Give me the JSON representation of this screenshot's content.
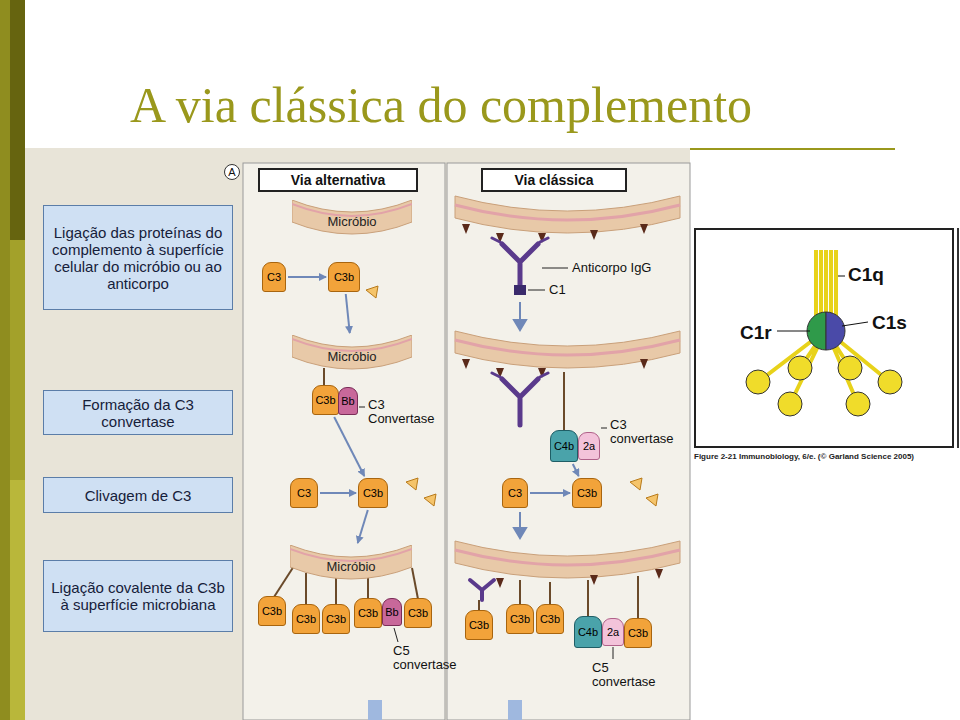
{
  "diagram": {
    "title": "A via clássica do complemento",
    "caption": "Figure 2-21 Immunobiology, 6/e. (© Garland Science 2005)",
    "nodes": [
      {
        "text": [
          "Ligação das proteínas do complemento à superfície celular do micróbio ou ao anticorpo"
        ]
      },
      {
        "text": [
          "Formação da C3 convertase"
        ]
      },
      {
        "text": [
          "Clivagem de C3"
        ]
      },
      {
        "text": [
          "Ligação covalente da C3b à superfície microbiana"
        ]
      },
      {
        "text": [
          "Via alternativa"
        ]
      },
      {
        "text": [
          "Via clássica"
        ]
      },
      {
        "text": [
          "Micróbio"
        ],
        "in": 4
      },
      {
        "text": [
          "C3"
        ],
        "in": 4
      },
      {
        "text": [
          "C3b"
        ],
        "in": 4
      },
      {
        "text": [
          "Micróbio"
        ],
        "in": 4
      },
      {
        "text": [
          "C3b"
        ],
        "in": 4
      },
      {
        "text": [
          "Bb"
        ],
        "in": 4
      },
      {
        "text": [
          "C3"
        ],
        "in": 4
      },
      {
        "text": [
          "C3b"
        ],
        "in": 4
      },
      {
        "text": [
          "Micróbio"
        ],
        "in": 4
      },
      {
        "text": [
          "C3b"
        ],
        "in": 4
      },
      {
        "text": [
          "C3b"
        ],
        "in": 4
      },
      {
        "text": [
          "C3b"
        ],
        "in": 4
      },
      {
        "text": [
          "C3b"
        ],
        "in": 4
      },
      {
        "text": [
          "Bb"
        ],
        "in": 4
      },
      {
        "text": [
          "C3b"
        ],
        "in": 4
      },
      {
        "text": [
          "C4b"
        ],
        "in": 5
      },
      {
        "text": [
          "2a"
        ],
        "in": 5
      },
      {
        "text": [
          "C3"
        ],
        "in": 5
      },
      {
        "text": [
          "C3b"
        ],
        "in": 5
      },
      {
        "text": [
          "C3b"
        ],
        "in": 5
      },
      {
        "text": [
          "C3b"
        ],
        "in": 5
      },
      {
        "text": [
          "C3b"
        ],
        "in": 5
      },
      {
        "text": [
          "C4b"
        ],
        "in": 5
      },
      {
        "text": [
          "2a"
        ],
        "in": 5
      },
      {
        "text": [
          "C3b"
        ],
        "in": 5
      },
      {
        "text": [
          "C1q",
          "C1r",
          "C1s"
        ]
      }
    ],
    "edges": [
      {
        "from": 7,
        "to": 8,
        "arrow": "to"
      },
      {
        "from": 8,
        "to": 9,
        "arrow": "to"
      },
      {
        "from": 10,
        "to": 13,
        "arrow": "to"
      },
      {
        "from": 12,
        "to": 13,
        "arrow": "to"
      },
      {
        "from": 13,
        "to": 14,
        "arrow": "to"
      },
      {
        "from": 21,
        "to": 24,
        "arrow": "to"
      },
      {
        "from": 23,
        "to": 24,
        "arrow": "to"
      }
    ],
    "labels": [
      "A",
      "C3 Convertase",
      "C5 convertase",
      "Anticorpo IgG",
      "C1",
      "C3 convertase",
      "C5 convertase"
    ]
  }
}
